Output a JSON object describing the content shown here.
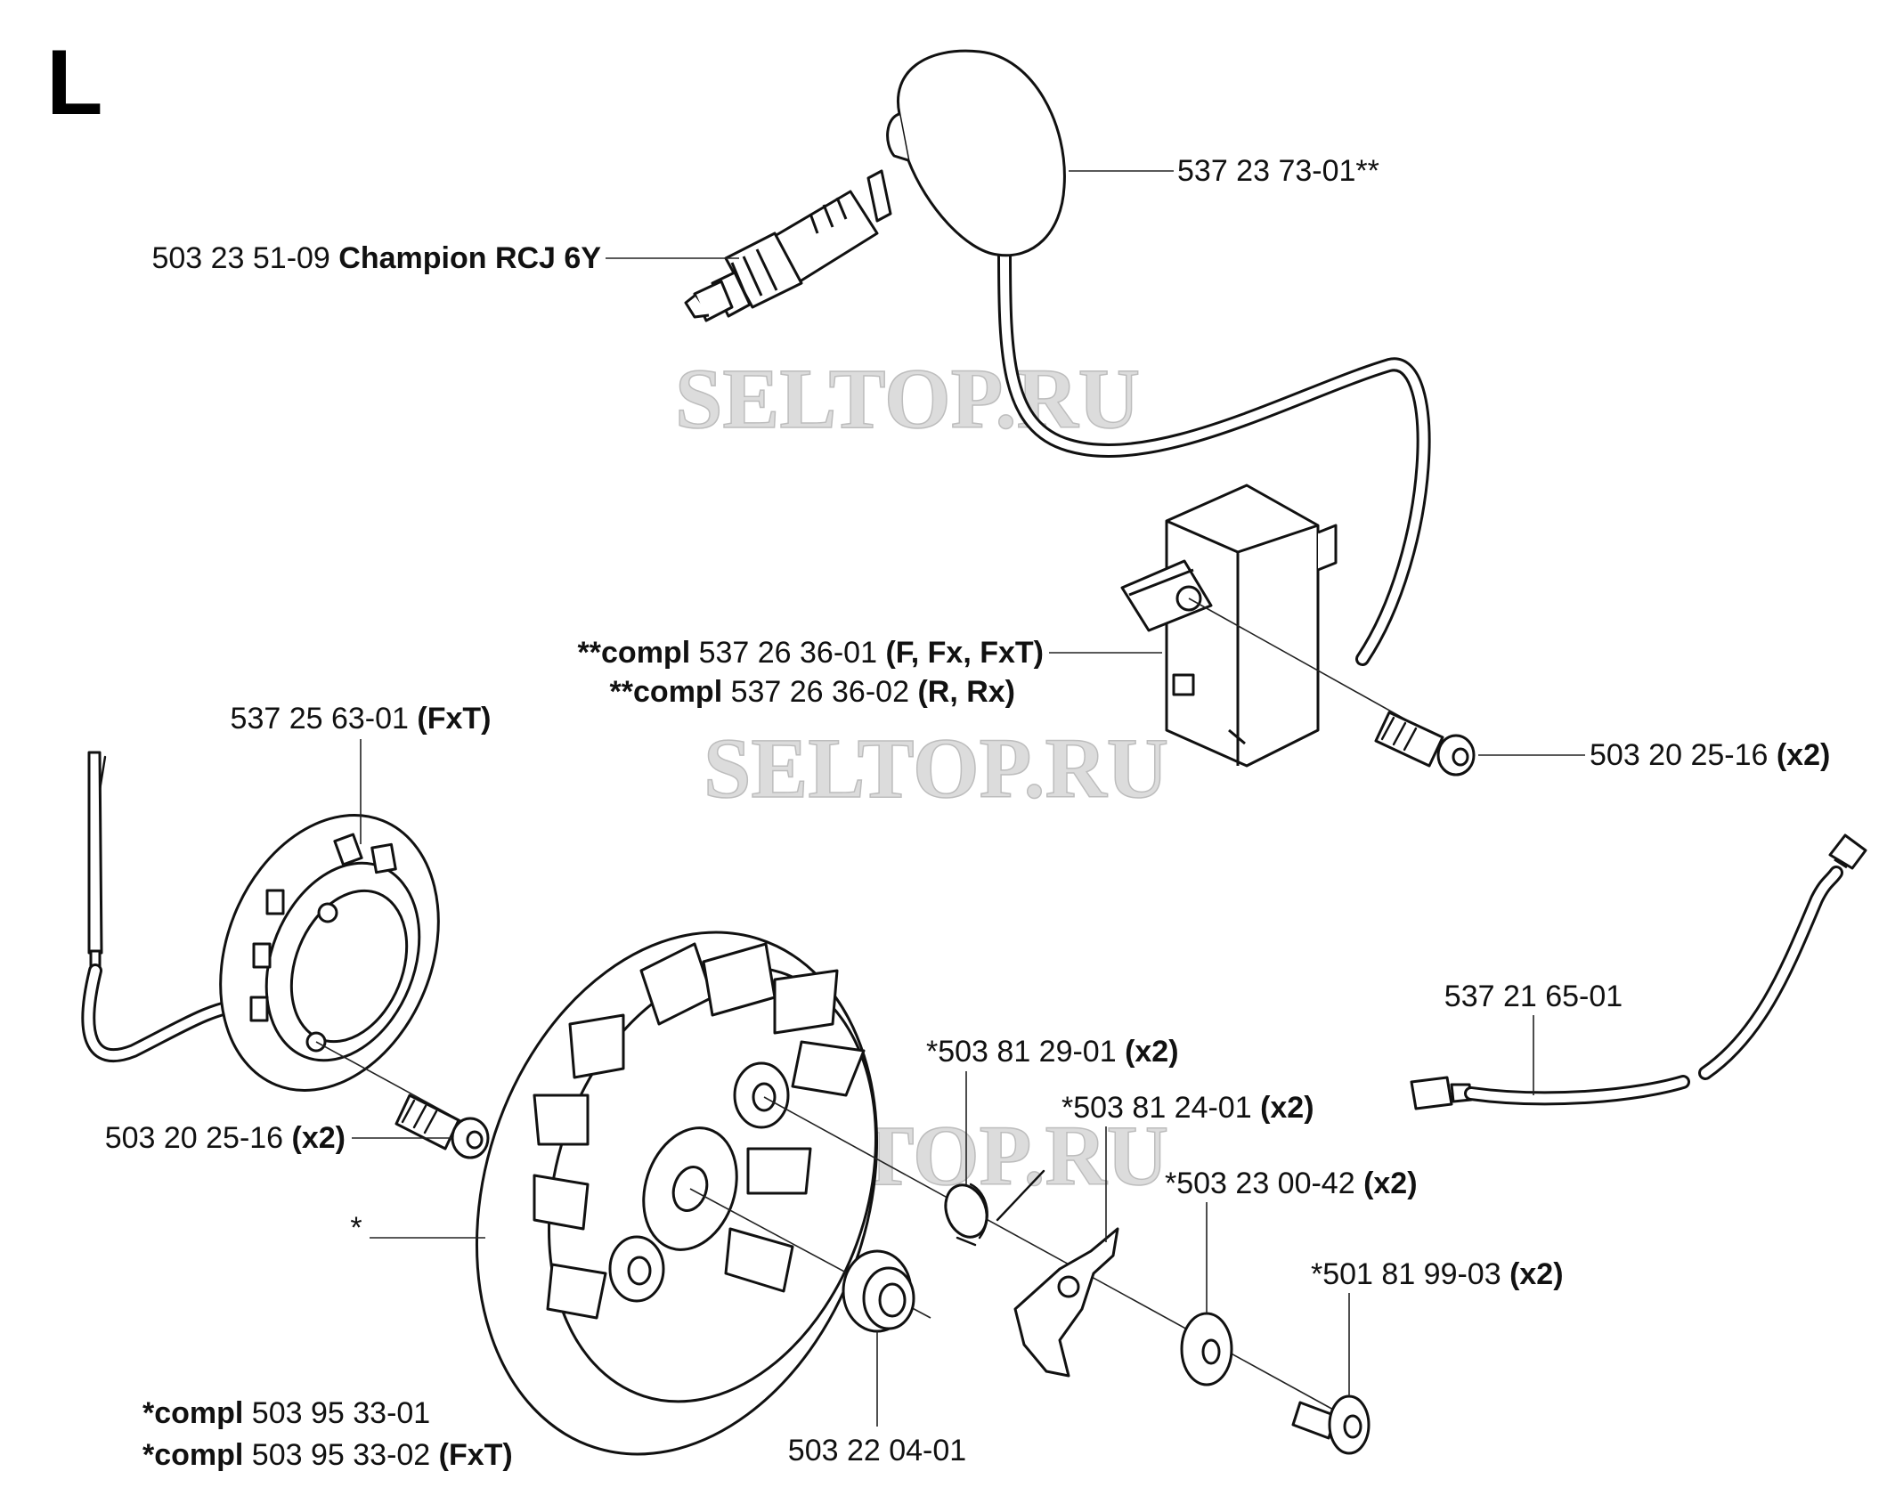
{
  "section_letter": "L",
  "watermarks": [
    "SELTOP.RU",
    "SELTOP.RU",
    "SELTOP.RU"
  ],
  "callouts": [
    {
      "id": "ignition-cap",
      "segments": [
        {
          "text": "537 23 73-01**",
          "bold": false
        }
      ]
    },
    {
      "id": "spark-plug",
      "segments": [
        {
          "text": "503 23 51-09 ",
          "bold": false
        },
        {
          "text": "Champion RCJ 6Y",
          "bold": true
        }
      ]
    },
    {
      "id": "ignition-module-1",
      "segments": [
        {
          "text": "**compl",
          "bold": true
        },
        {
          "text": " 537 26 36-01 ",
          "bold": false
        },
        {
          "text": "(F, Fx, FxT)",
          "bold": true
        }
      ]
    },
    {
      "id": "ignition-module-2",
      "segments": [
        {
          "text": "**compl",
          "bold": true
        },
        {
          "text": " 537 26 36-02 ",
          "bold": false
        },
        {
          "text": "(R, Rx)",
          "bold": true
        }
      ]
    },
    {
      "id": "module-screw",
      "segments": [
        {
          "text": "503 20 25-16 ",
          "bold": false
        },
        {
          "text": "(x2)",
          "bold": true
        }
      ]
    },
    {
      "id": "generator",
      "segments": [
        {
          "text": "537 25 63-01 ",
          "bold": false
        },
        {
          "text": "(FxT)",
          "bold": true
        }
      ]
    },
    {
      "id": "generator-screw",
      "segments": [
        {
          "text": "503 20 25-16 ",
          "bold": false
        },
        {
          "text": "(x2)",
          "bold": true
        }
      ]
    },
    {
      "id": "flywheel-star",
      "segments": [
        {
          "text": "*",
          "bold": false
        }
      ]
    },
    {
      "id": "flywheel-compl-1",
      "segments": [
        {
          "text": "*compl",
          "bold": true
        },
        {
          "text": " 503 95 33-01",
          "bold": false
        }
      ]
    },
    {
      "id": "flywheel-compl-2",
      "segments": [
        {
          "text": "*compl",
          "bold": true
        },
        {
          "text": " 503 95 33-02 ",
          "bold": false
        },
        {
          "text": "(FxT)",
          "bold": true
        }
      ]
    },
    {
      "id": "flywheel-nut",
      "segments": [
        {
          "text": "503 22 04-01",
          "bold": false
        }
      ]
    },
    {
      "id": "spring",
      "segments": [
        {
          "text": "*503 81 29-01 ",
          "bold": false
        },
        {
          "text": "(x2)",
          "bold": true
        }
      ]
    },
    {
      "id": "pawl",
      "segments": [
        {
          "text": "*503 81 24-01 ",
          "bold": false
        },
        {
          "text": "(x2)",
          "bold": true
        }
      ]
    },
    {
      "id": "washer",
      "segments": [
        {
          "text": "*503 23 00-42 ",
          "bold": false
        },
        {
          "text": "(x2)",
          "bold": true
        }
      ]
    },
    {
      "id": "pawl-screw",
      "segments": [
        {
          "text": "*501 81 99-03 ",
          "bold": false
        },
        {
          "text": "(x2)",
          "bold": true
        }
      ]
    },
    {
      "id": "cable",
      "segments": [
        {
          "text": "537 21 65-01",
          "bold": false
        }
      ]
    }
  ]
}
